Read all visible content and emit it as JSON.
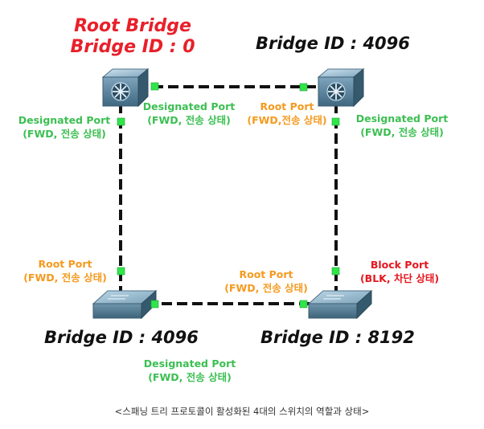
{
  "root_title": "Root Bridge",
  "root_bridge_id": "Bridge ID : 0",
  "bridge_top_right": "Bridge ID : 4096",
  "bridge_bottom_left": "Bridge ID : 4096",
  "bridge_bottom_right": "Bridge ID : 8192",
  "ports": {
    "root_left": {
      "role": "Designated Port",
      "state": "(FWD, 전송 상태)"
    },
    "root_right": {
      "role": "Designated Port",
      "state": "(FWD, 전송 상태)"
    },
    "tr_left": {
      "role": "Root Port",
      "state": "(FWD,전송 상태)"
    },
    "tr_down": {
      "role": "Designated Port",
      "state": "(FWD, 전송 상태)"
    },
    "bl_up": {
      "role": "Root Port",
      "state": "(FWD, 전송 상태)"
    },
    "bl_right": {
      "role": "Designated Port",
      "state": "(FWD, 전송 상태)"
    },
    "br_left": {
      "role": "Root Port",
      "state": "(FWD, 전송 상태)"
    },
    "br_up": {
      "role": "Block Port",
      "state": "(BLK, 차단 상태)"
    }
  },
  "caption": "<스패닝 트리 프로토콜이 활성화된 4대의 스위치의 역할과 상태>",
  "colors": {
    "designated": "#3cbf52",
    "root": "#f59a1f",
    "blocked": "#e5171f",
    "root_title": "#e8202a",
    "port_dot": "#2fe64a",
    "link": "#111111"
  },
  "icons": [
    "multilayer-switch-icon",
    "multilayer-switch-icon",
    "switch-icon",
    "switch-icon"
  ]
}
